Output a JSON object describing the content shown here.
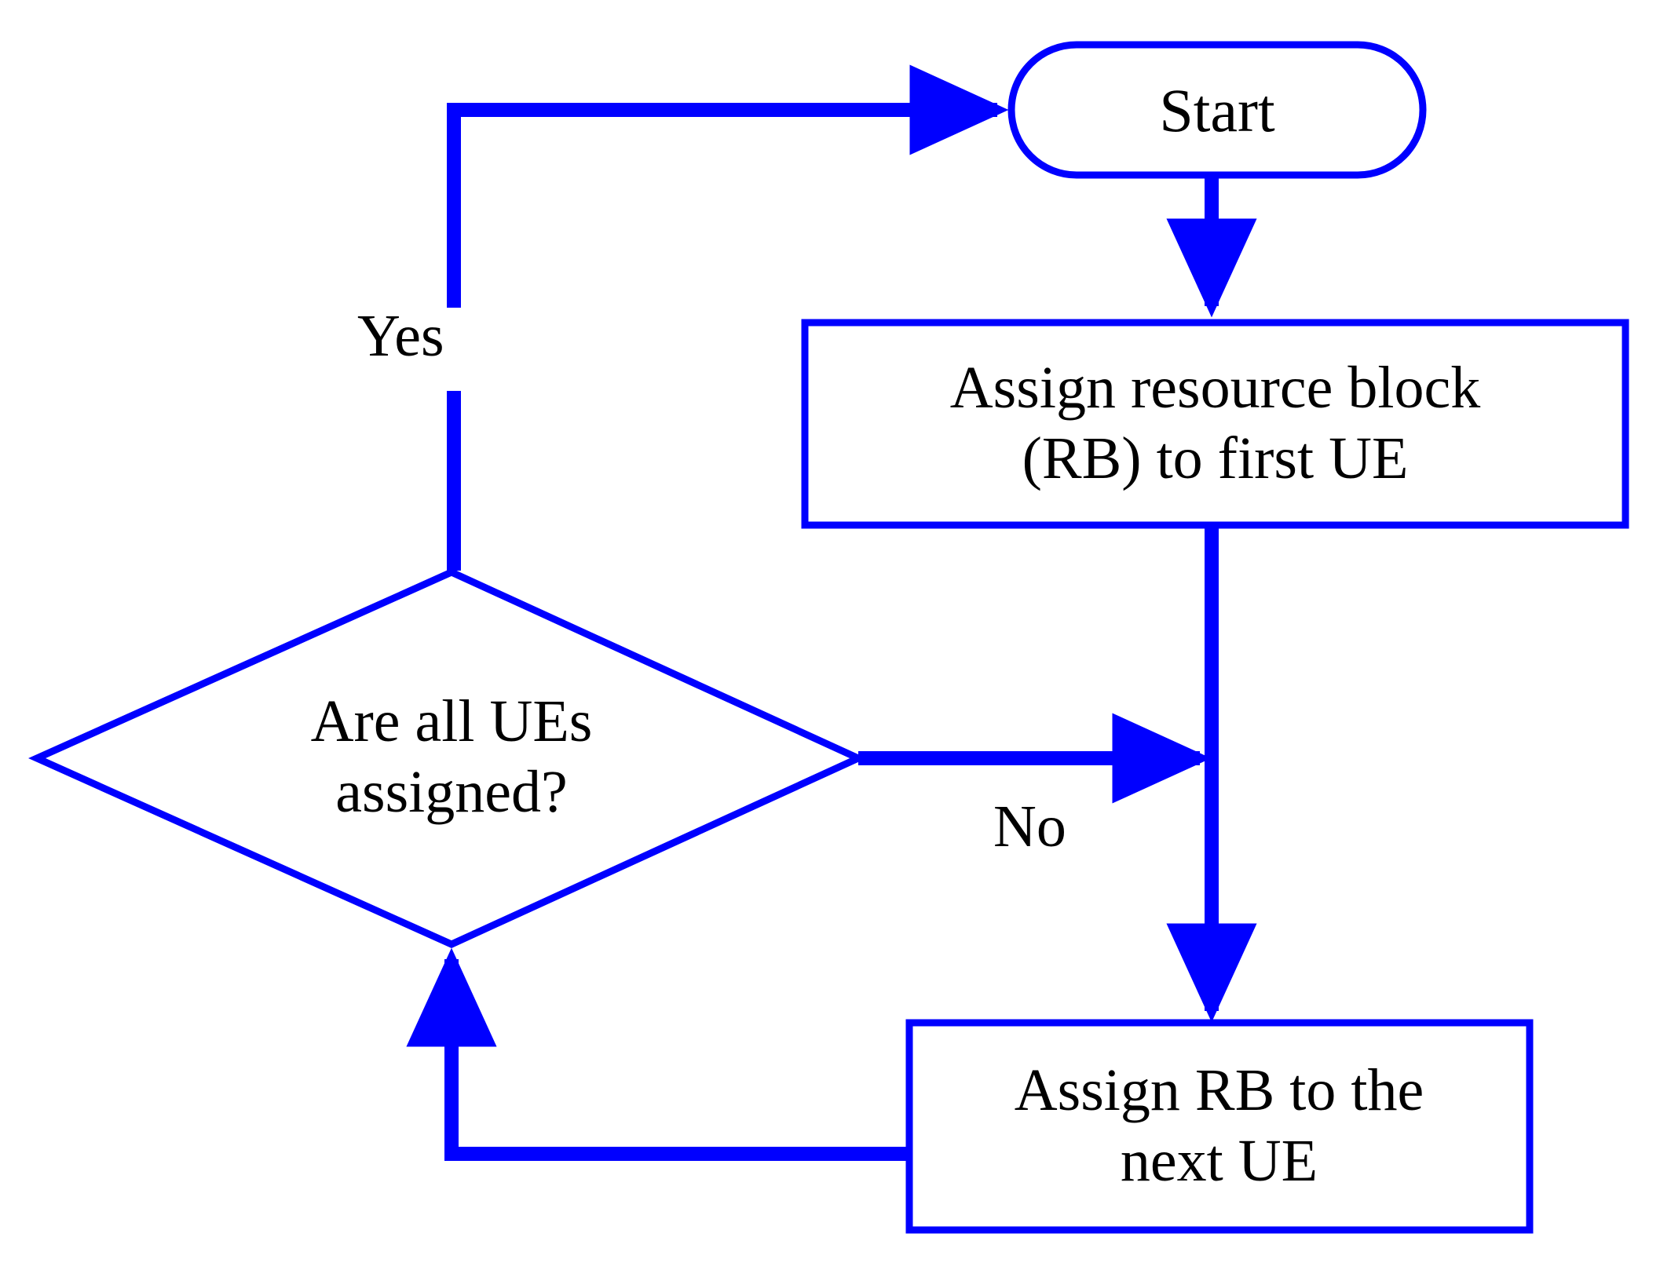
{
  "diagram": {
    "type": "flowchart",
    "background_color": "#ffffff",
    "stroke_color": "#0000ff",
    "text_color": "#000000",
    "nodes": [
      {
        "id": "start",
        "shape": "terminator",
        "label": "Start"
      },
      {
        "id": "assign_first",
        "shape": "process",
        "label": "Assign resource block\n(RB) to first UE"
      },
      {
        "id": "decision",
        "shape": "decision",
        "label": "Are all UEs\nassigned?"
      },
      {
        "id": "assign_next",
        "shape": "process",
        "label": "Assign RB to the\nnext UE"
      }
    ],
    "edges": [
      {
        "id": "e_start_assign",
        "from": "start",
        "to": "assign_first",
        "label": ""
      },
      {
        "id": "e_assign_next_box",
        "from": "assign_first",
        "to": "assign_next",
        "label": ""
      },
      {
        "id": "e_decision_no",
        "from": "decision",
        "to": "assign_next",
        "label": "No"
      },
      {
        "id": "e_decision_yes",
        "from": "decision",
        "to": "start",
        "label": "Yes"
      },
      {
        "id": "e_loop_back",
        "from": "assign_next",
        "to": "decision",
        "label": ""
      }
    ]
  }
}
